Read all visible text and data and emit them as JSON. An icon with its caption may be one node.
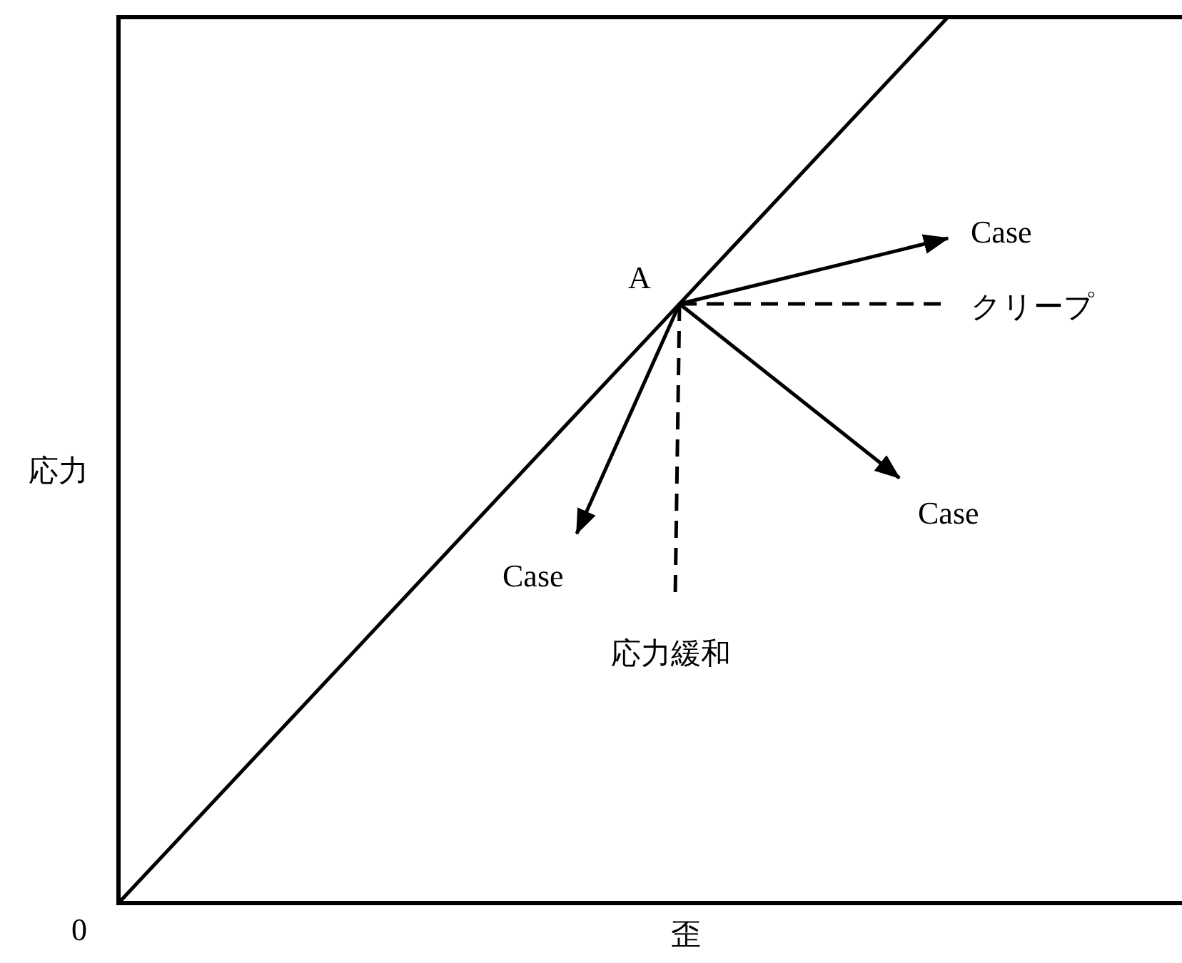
{
  "diagram": {
    "nodes": [
      {
        "text": [
          "A"
        ]
      },
      {
        "text": [
          "Case"
        ]
      },
      {
        "text": [
          "クリープ"
        ]
      },
      {
        "text": [
          "Case"
        ]
      },
      {
        "text": [
          "Case"
        ]
      },
      {
        "text": [
          "応力緩和"
        ]
      }
    ],
    "edges": [
      {
        "from": 0,
        "to": 1,
        "arrow": "to"
      },
      {
        "from": 0,
        "to": 2,
        "arrow": "none",
        "style": "dashed"
      },
      {
        "from": 0,
        "to": 3,
        "arrow": "to"
      },
      {
        "from": 0,
        "to": 4,
        "arrow": "to"
      },
      {
        "from": 0,
        "to": 5,
        "arrow": "none",
        "style": "dashed"
      }
    ],
    "labels": [
      "応力",
      "0",
      "歪"
    ]
  }
}
